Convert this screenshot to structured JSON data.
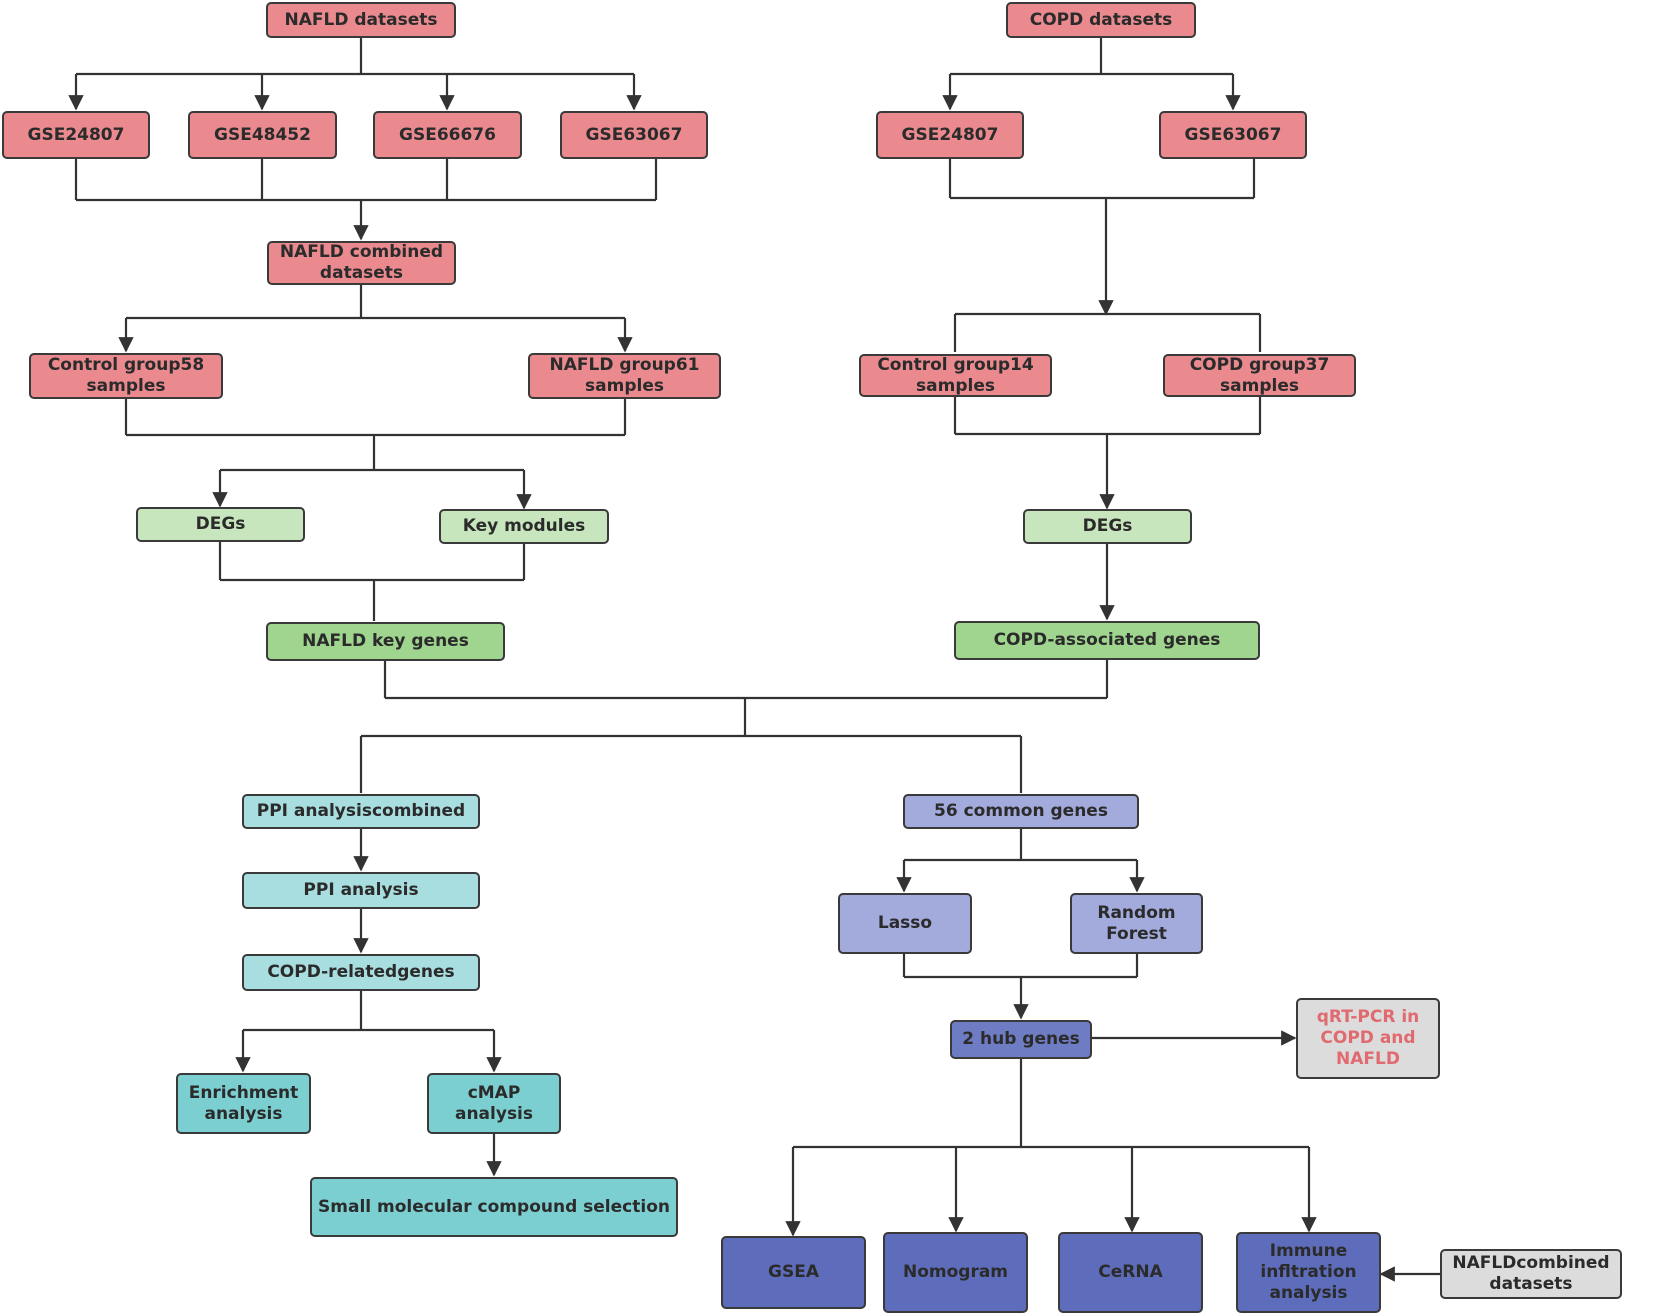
{
  "nodes": {
    "nafld_datasets": "NAFLD datasets",
    "copd_datasets": "COPD datasets",
    "gse24807_a": "GSE24807",
    "gse48452": "GSE48452",
    "gse66676": "GSE66676",
    "gse63067_a": "GSE63067",
    "gse24807_b": "GSE24807",
    "gse63067_b": "GSE63067",
    "nafld_combined": "NAFLD combined\ndatasets",
    "control_group58": "Control group58\nsamples",
    "nafld_group61": "NAFLD    group61\nsamples",
    "control_group14": "Control group14\nsamples",
    "copd_group37": "COPD group37\nsamples",
    "degs_left": "DEGs",
    "key_modules": "Key    modules",
    "degs_right": "DEGs",
    "nafld_key_genes": "NAFLD  key    genes",
    "copd_assoc_genes": "COPD-associated        genes",
    "ppi_combined": "PPI analysiscombined",
    "ppi_analysis": "PPI analysis",
    "copd_related": "COPD-relatedgenes",
    "enrichment": "Enrichment\nanalysis",
    "cmap": "cMAP\nanalysis",
    "small_molecular": "Small molecular compound    selection",
    "common_genes": "56 common genes",
    "lasso": "Lasso",
    "random_forest": "Random\nForest",
    "hub_genes": "2 hub genes",
    "qrt_pcr": "qRT-PCR in\nCOPD and\nNAFLD",
    "gsea": "GSEA",
    "nomogram": "Nomogram",
    "cerna": "CeRNA",
    "immune": "Immune\ninfltration\nanalysis",
    "nafld_combined2": "NAFLDcombined\ndatasets"
  },
  "colors": {
    "red": "#ea8a8f",
    "light_green": "#c8e6bd",
    "mid_green": "#9fd58e",
    "cyan": "#a9dee0",
    "teal": "#7ccfd1",
    "light_purple": "#a3aadc",
    "purple": "#6e7cc4",
    "dark_purple": "#5e6dbb",
    "grey": "#dcdcdc",
    "alert_text": "#e06a6f",
    "line": "#333333"
  }
}
